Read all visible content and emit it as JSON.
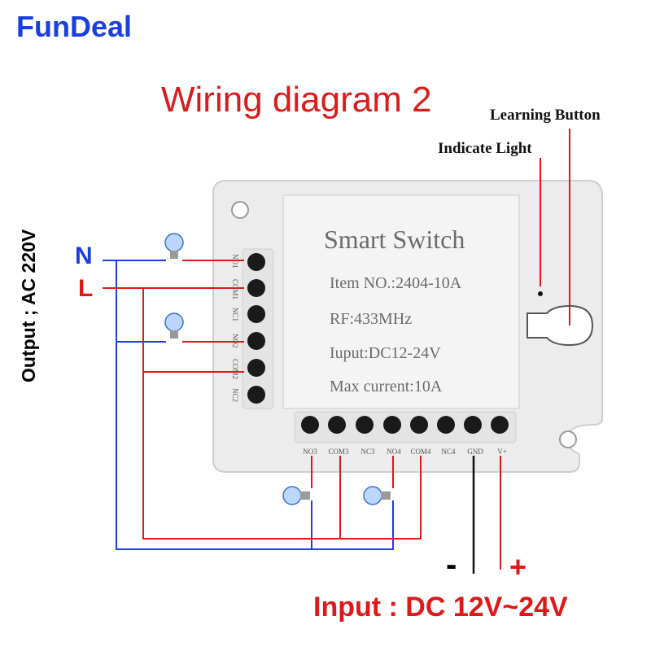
{
  "brand": "FunDeal",
  "title": "Wiring diagram 2",
  "labels": {
    "learning_button": "Learning Button",
    "indicate_light": "Indicate Light",
    "output": "Output ; AC 220V",
    "neutral": "N",
    "live": "L",
    "minus": "-",
    "plus": "+",
    "input": "Input : DC 12V~24V"
  },
  "panel": {
    "title": "Smart Switch",
    "item": "Item NO.:2404-10A",
    "rf": "RF:433MHz",
    "input": "Iuput:DC12-24V",
    "max": "Max current:10A"
  },
  "terminals_side": [
    "NO1",
    "COM1",
    "NC1",
    "NO2",
    "COM2",
    "NC2"
  ],
  "terminals_bottom": [
    "NO3",
    "COM3",
    "NC3",
    "NO4",
    "COM4",
    "NC4",
    "GND",
    "V+"
  ],
  "colors": {
    "brand": "#1a3fe0",
    "red": "#e01818",
    "blue": "#1a3fe0"
  }
}
